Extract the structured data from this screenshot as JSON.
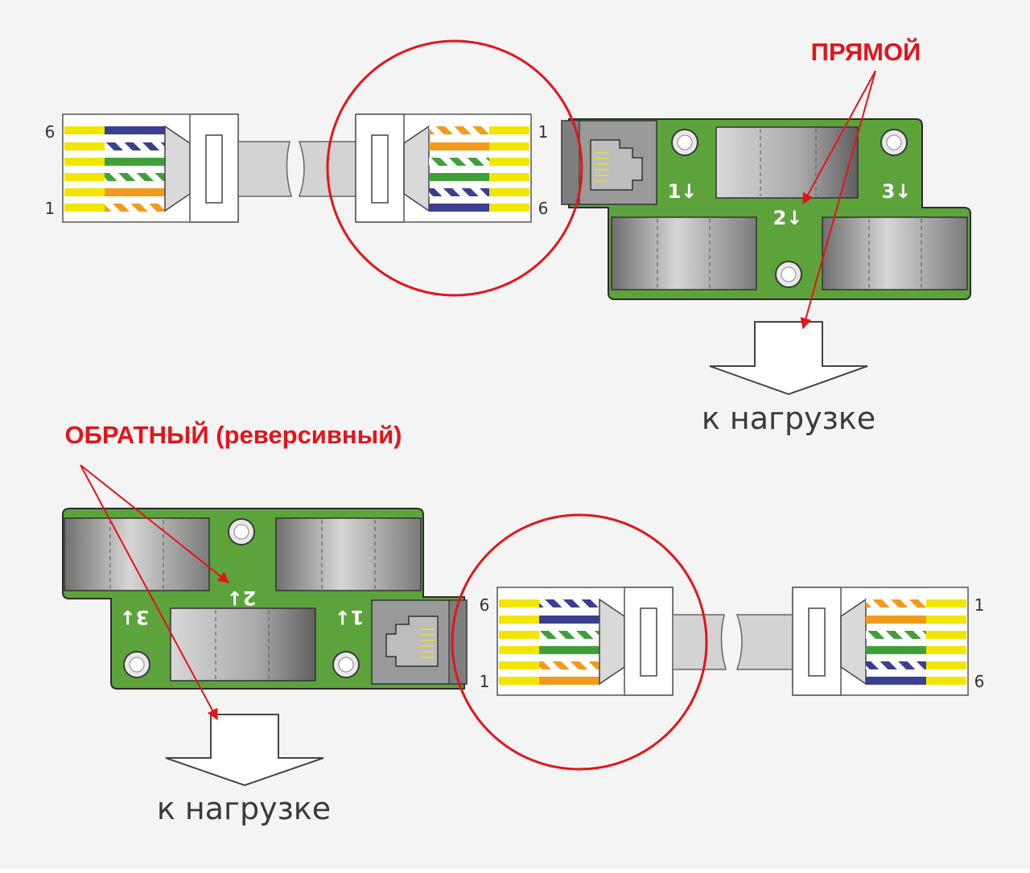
{
  "labels": {
    "direct": "ПРЯМОЙ",
    "reverse": "ОБРАТНЫЙ (реверсивный)",
    "load_top": "к нагрузке",
    "load_bottom": "к нагрузке"
  },
  "pin_numbers": {
    "top_left_upper": "6",
    "top_left_lower": "1",
    "top_right_upper": "1",
    "top_right_lower": "6",
    "bottom_left_upper": "6",
    "bottom_left_lower": "1",
    "bottom_right_upper": "1",
    "bottom_right_lower": "6"
  },
  "board_top": {
    "port_1": "1↓",
    "port_2": "2↓",
    "port_3": "3↓"
  },
  "board_bottom": {
    "port_1": "1↓",
    "port_2": "2↓",
    "port_3": "3↓"
  },
  "colors": {
    "accent_red": "#e3141b",
    "board_green": "#5da33c",
    "wire_yellow": "#f2e600",
    "wire_blue": "#3a3f8f",
    "wire_green": "#3fa03a",
    "wire_orange": "#f29a1c"
  },
  "icons": {
    "rj_socket": "rj12-socket-icon",
    "load_arrow": "down-arrow-icon"
  }
}
